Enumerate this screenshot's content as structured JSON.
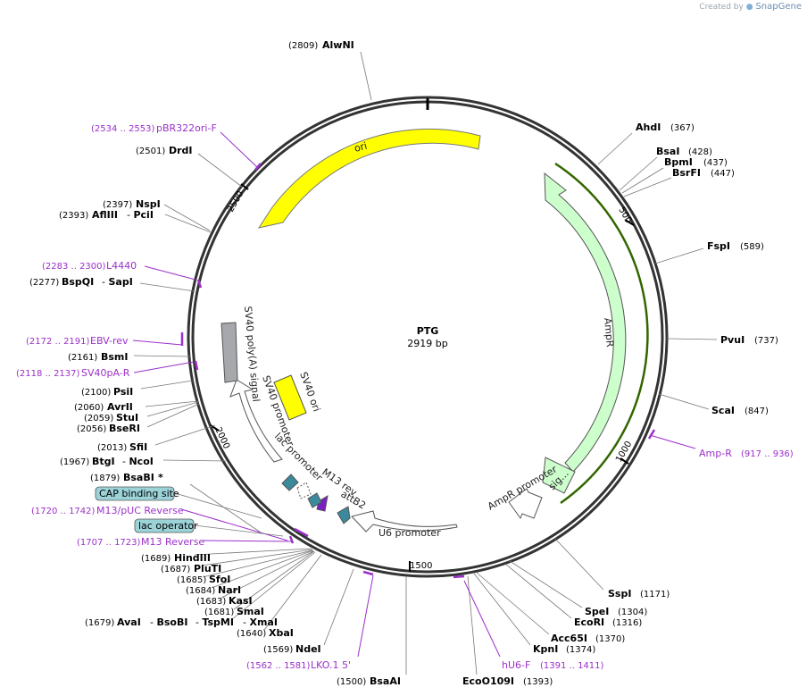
{
  "credit": {
    "created_by": "Created by",
    "brand": "SnapGene"
  },
  "plasmid": {
    "name": "PTG",
    "length_label": "2919 bp"
  },
  "ticks": [
    "500",
    "1000",
    "1500",
    "2000",
    "2500"
  ],
  "features": [
    {
      "label": "ori"
    },
    {
      "label": "AmpR"
    },
    {
      "label": "AmpR promoter"
    },
    {
      "label": "sig..."
    },
    {
      "label": "U6 promoter"
    },
    {
      "label": "attB2"
    },
    {
      "label": "M13 rev"
    },
    {
      "label": "lac promoter"
    },
    {
      "label": "SV40 promoter"
    },
    {
      "label": "SV40 ori"
    },
    {
      "label": "SV40 poly(A) signal"
    }
  ],
  "sites": [
    {
      "pos": "(2809)",
      "name": "AlwNI"
    },
    {
      "pos": "(367)",
      "name": "AhdI"
    },
    {
      "pos": "(428)",
      "name": "BsaI"
    },
    {
      "pos": "(437)",
      "name": "BpmI"
    },
    {
      "pos": "(447)",
      "name": "BsrFI"
    },
    {
      "pos": "(589)",
      "name": "FspI"
    },
    {
      "pos": "(737)",
      "name": "PvuI"
    },
    {
      "pos": "(847)",
      "name": "ScaI"
    },
    {
      "pos": "(1171)",
      "name": "SspI"
    },
    {
      "pos": "(1304)",
      "name": "SpeI"
    },
    {
      "pos": "(1316)",
      "name": "EcoRI"
    },
    {
      "pos": "(1370)",
      "name": "Acc65I"
    },
    {
      "pos": "(1374)",
      "name": "KpnI"
    },
    {
      "pos": "(1393)",
      "name": "EcoO109I"
    },
    {
      "pos": "(1500)",
      "name": "BsaAI"
    },
    {
      "pos": "(1569)",
      "name": "NdeI"
    },
    {
      "pos": "(1640)",
      "name": "XbaI"
    },
    {
      "pos": "(1679)",
      "name": "AvaI"
    },
    {
      "pos": "(1681)",
      "name": "SmaI"
    },
    {
      "pos": "(1683)",
      "name": "KasI"
    },
    {
      "pos": "(1684)",
      "name": "NarI"
    },
    {
      "pos": "(1685)",
      "name": "SfoI"
    },
    {
      "pos": "(1687)",
      "name": "PluTI"
    },
    {
      "pos": "(1689)",
      "name": "HindIII"
    },
    {
      "pos": "(1879)",
      "name": "BsaBI"
    },
    {
      "pos": "(1967)",
      "name": "BtgI"
    },
    {
      "pos": "(2013)",
      "name": "SfiI"
    },
    {
      "pos": "(2056)",
      "name": "BseRI"
    },
    {
      "pos": "(2059)",
      "name": "StuI"
    },
    {
      "pos": "(2060)",
      "name": "AvrII"
    },
    {
      "pos": "(2100)",
      "name": "PsiI"
    },
    {
      "pos": "(2161)",
      "name": "BsmI"
    },
    {
      "pos": "(2277)",
      "name": "BspQI"
    },
    {
      "pos": "(2393)",
      "name": "AflIII"
    },
    {
      "pos": "(2397)",
      "name": "NspI"
    },
    {
      "pos": "(2501)",
      "name": "DrdI"
    }
  ],
  "site_extras": {
    "bsobi": "BsoBI",
    "tspmi": "TspMI",
    "xmai": "XmaI",
    "ncoi": "NcoI",
    "pcii": "PciI",
    "sapi": "SapI",
    "bsabi_star": "*"
  },
  "primers": [
    {
      "range": "(2534 .. 2553)",
      "name": "pBR322ori-F"
    },
    {
      "range": "(2283 .. 2300)",
      "name": "L4440"
    },
    {
      "range": "(2172 .. 2191)",
      "name": "EBV-rev"
    },
    {
      "range": "(2118 .. 2137)",
      "name": "SV40pA-R"
    },
    {
      "range": "(1720 .. 1742)",
      "name": "M13/pUC Reverse"
    },
    {
      "range": "(1707 .. 1723)",
      "name": "M13 Reverse"
    },
    {
      "range": "(1562 .. 1581)",
      "name": "LKO.1 5'"
    },
    {
      "range": "(1391 .. 1411)",
      "name": "hU6-F"
    },
    {
      "range": "(917 .. 936)",
      "name": "Amp-R"
    }
  ],
  "boxed_features": [
    {
      "label": "CAP binding site"
    },
    {
      "label": "lac operator"
    }
  ],
  "colors": {
    "backbone": "#333333",
    "ori": "#ffff00",
    "ampr": "#ccffcc",
    "sv40_polya": "#a6a8ab",
    "promoter": "#ffffff",
    "primer": "#9b30c9",
    "teal": "#3a8a9c",
    "attb": "#7a1fc2",
    "boxed": "#9cd3d8"
  }
}
